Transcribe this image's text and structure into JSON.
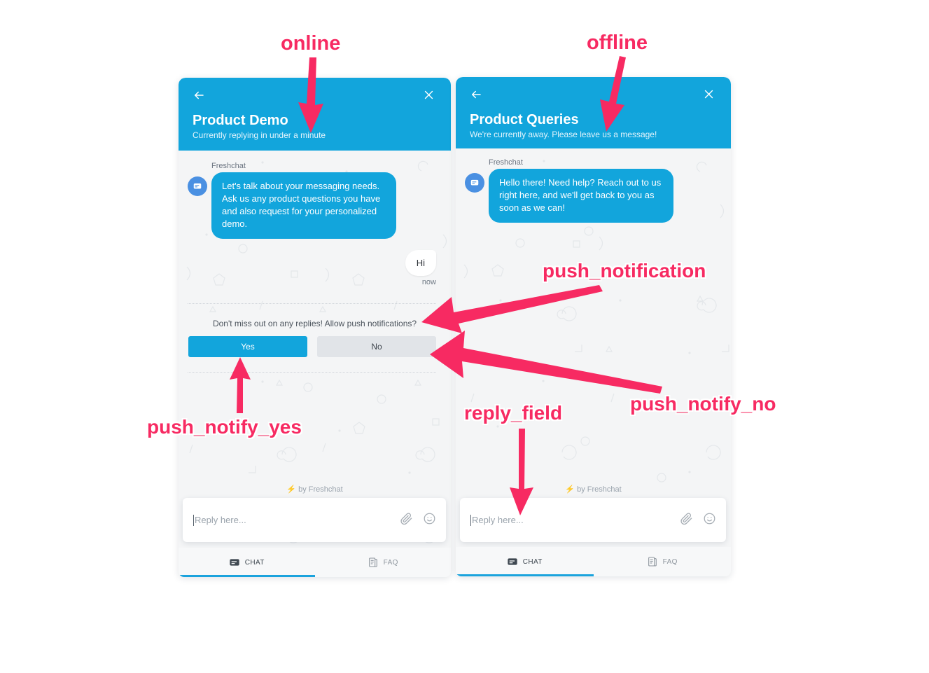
{
  "panels": [
    {
      "id": "online",
      "header": {
        "back_icon": "back-arrow-icon",
        "close_icon": "close-icon",
        "title": "Product Demo",
        "subtitle": "Currently replying in under a minute"
      },
      "agent_name": "Freshchat",
      "agent_message": "Let's talk about your messaging needs. Ask us any product questions you have and also request for your personalized demo.",
      "user_message": "Hi",
      "user_message_time": "now",
      "push_notification": {
        "question": "Don't miss out on any replies! Allow push notifications?",
        "yes_label": "Yes",
        "no_label": "No"
      },
      "brand": "by Freshchat",
      "reply": {
        "placeholder": "Reply here...",
        "value": "",
        "attach_icon": "paperclip-icon",
        "emoji_icon": "smiley-icon"
      },
      "tabs": [
        {
          "label": "CHAT",
          "icon": "chat-bubble-icon",
          "active": true
        },
        {
          "label": "FAQ",
          "icon": "document-icon",
          "active": false
        }
      ]
    },
    {
      "id": "offline",
      "header": {
        "back_icon": "back-arrow-icon",
        "close_icon": "close-icon",
        "title": "Product Queries",
        "subtitle": "We're currently away. Please leave us a message!"
      },
      "agent_name": "Freshchat",
      "agent_message": "Hello there! Need help? Reach out to us right here, and we'll get back to you as soon as we can!",
      "brand": "by Freshchat",
      "reply": {
        "placeholder": "Reply here...",
        "value": "",
        "attach_icon": "paperclip-icon",
        "emoji_icon": "smiley-icon"
      },
      "tabs": [
        {
          "label": "CHAT",
          "icon": "chat-bubble-icon",
          "active": true
        },
        {
          "label": "FAQ",
          "icon": "document-icon",
          "active": false
        }
      ]
    }
  ],
  "annotations": [
    {
      "id": "online",
      "label": "online"
    },
    {
      "id": "offline",
      "label": "offline"
    },
    {
      "id": "push_notification",
      "label": "push_notification"
    },
    {
      "id": "push_notify_no",
      "label": "push_notify_no"
    },
    {
      "id": "push_notify_yes",
      "label": "push_notify_yes"
    },
    {
      "id": "reply_field",
      "label": "reply_field"
    }
  ],
  "colors": {
    "header_blue": "#12a5dc",
    "bubble_blue": "#12a5dc",
    "annotation_pink": "#f72a62",
    "button_grey": "#e1e4e8",
    "chat_background": "#f4f5f6",
    "avatar_blue": "#4a90e2"
  }
}
